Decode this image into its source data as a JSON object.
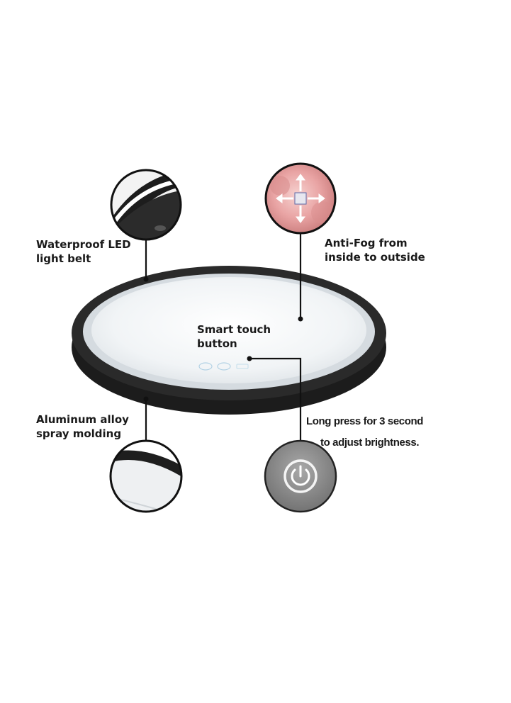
{
  "callouts": {
    "waterproof": {
      "line1": "Waterproof LED",
      "line2": "light belt"
    },
    "antifog": {
      "line1": "Anti-Fog from",
      "line2": "inside to outside"
    },
    "smart_touch": {
      "line1": "Smart touch",
      "line2": "button"
    },
    "aluminum": {
      "line1": "Aluminum alloy",
      "line2": "spray molding"
    },
    "long_press": {
      "line1": "Long press  for 3 second",
      "line2": "to adjust brightness."
    }
  },
  "colors": {
    "frame": "#1c1c1c",
    "mirror_glow": "#eef1f3",
    "leader_line": "#111111",
    "fog_pink": "#e9a4a4",
    "power_button_bg": "#8e8e8e"
  },
  "icons": {
    "zoom_led": "led-strip-closeup-icon",
    "zoom_antifog": "antifog-arrows-icon",
    "zoom_frame": "frame-edge-closeup-icon",
    "zoom_power": "power-icon"
  }
}
